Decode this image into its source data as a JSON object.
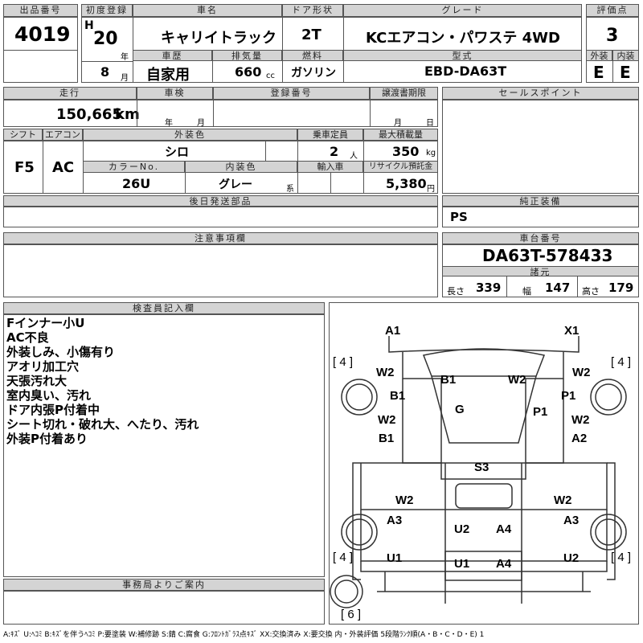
{
  "headers": {
    "lot_no": "出品番号",
    "first_reg": "初度登録",
    "car_name": "車名",
    "door": "ドア形状",
    "grade": "グレード",
    "rating": "評価点",
    "history": "車歴",
    "displacement": "排気量",
    "fuel": "燃料",
    "model": "型式",
    "exterior": "外装",
    "interior": "内装",
    "mileage": "走行",
    "inspection": "車検",
    "reg_no": "登録番号",
    "transfer": "譲渡書期限",
    "sales_point": "セールスポイント",
    "shift": "シフト",
    "aircon": "エアコン",
    "ext_color": "外装色",
    "capacity": "乗車定員",
    "max_load": "最大積載量",
    "color_no": "カラーNo.",
    "int_color": "内装色",
    "import": "輸入車",
    "recycle": "リサイクル預託金",
    "later_parts": "後日発送部品",
    "genuine": "純正装備",
    "caution": "注意事項欄",
    "chassis": "車台番号",
    "specs": "諸元",
    "inspector": "検査員記入欄",
    "office": "事務局よりご案内"
  },
  "vehicle": {
    "lot_no": "4019",
    "era": "H",
    "year": "20",
    "year_unit": "年",
    "month": "8",
    "month_unit": "月",
    "car_name": "キャリイトラック",
    "door": "2T",
    "grade": "KCエアコン・パワステ 4WD",
    "rating": "3",
    "history": "自家用",
    "displacement": "660",
    "displacement_unit": "cc",
    "fuel": "ガソリン",
    "model": "EBD-DA63T",
    "exterior_grade": "E",
    "interior_grade": "E",
    "mileage": "150,665",
    "mileage_unit": "km",
    "insp_year": "年",
    "insp_month": "月",
    "transfer_month": "月",
    "transfer_day": "日",
    "shift": "F5",
    "aircon": "AC",
    "ext_color": "シロ",
    "capacity": "2",
    "capacity_unit": "人",
    "max_load": "350",
    "max_load_unit": "kg",
    "color_no": "26U",
    "int_color": "グレー",
    "int_color_suffix": "系",
    "recycle": "5,380",
    "recycle_unit": "円",
    "genuine": "PS",
    "chassis": "DA63T-578433",
    "length_label": "長さ",
    "length": "339",
    "width_label": "幅",
    "width": "147",
    "height_label": "高さ",
    "height": "179"
  },
  "inspector_notes": [
    "Fインナー小U",
    "AC不良",
    "外装しみ、小傷有り",
    "アオリ加工穴",
    "天張汚れ大",
    "室内臭い、汚れ",
    "ドア内張P付着中",
    "シート切れ・破れ大、へたり、汚れ",
    "外装P付着あり"
  ],
  "diagram_codes": {
    "a1": "A1",
    "x1": "X1",
    "w2_fl": "W2",
    "b1_top": "B1",
    "w2_top": "W2",
    "w2_fr": "W2",
    "b1_l": "B1",
    "p1_r": "P1",
    "g": "G",
    "p1_c": "P1",
    "w2_l2": "W2",
    "w2_r2": "W2",
    "b1_l2": "B1",
    "a2_r": "A2",
    "s3": "S3",
    "w2_bl": "W2",
    "w2_br": "W2",
    "a3_l": "A3",
    "a3_r": "A3",
    "u2_c": "U2",
    "a4_c": "A4",
    "u1_l": "U1",
    "u2_r": "U2",
    "u1_c": "U1",
    "a4_c2": "A4",
    "b4_tl": "[ 4 ]",
    "b4_tr": "[ 4 ]",
    "b4_bl": "[ 4 ]",
    "b4_br": "[ 4 ]",
    "b6": "[ 6 ]"
  },
  "legend": "A:ｷｽﾞ U:ﾍｺﾐ B:ｷｽﾞを伴うﾍｺﾐ P:要塗装 W:補修跡 S:錆 C:腐食 G:ﾌﾛﾝﾄｶﾞﾗｽ点ｷｽﾞ XX:交換済み X:要交換 内・外装評価 5段階ﾗﾝｸ順(A・B・C・D・E) 1"
}
